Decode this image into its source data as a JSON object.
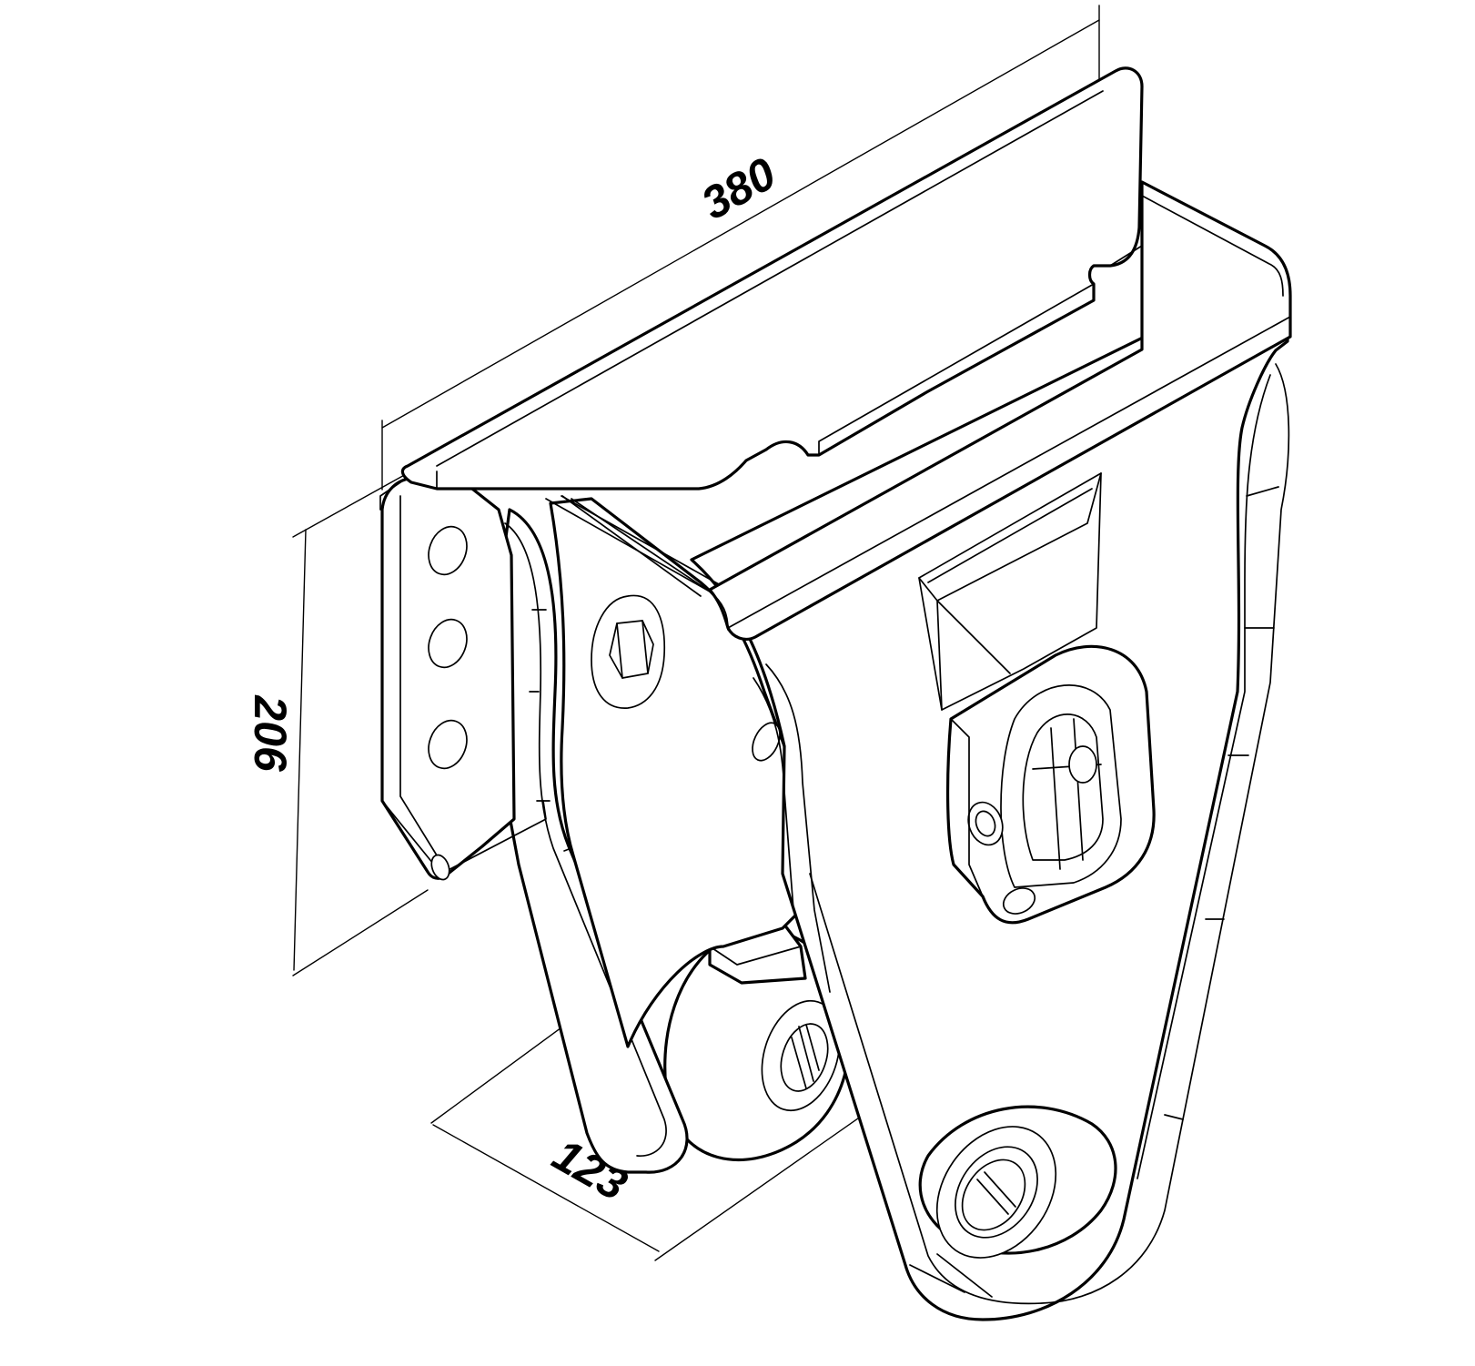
{
  "diagram": {
    "background": "#ffffff",
    "line_color": "#000000",
    "dimensions": {
      "length": "380",
      "height": "206",
      "depth": "123"
    }
  }
}
